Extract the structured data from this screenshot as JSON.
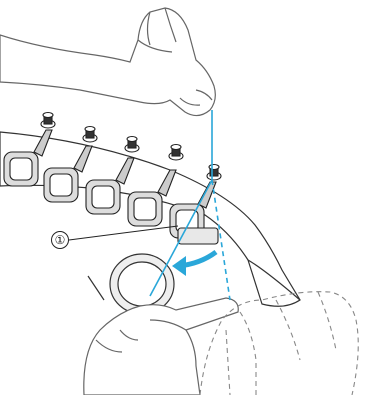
{
  "callout": {
    "label": "①"
  },
  "thread": {
    "color": "#2aa7d9"
  },
  "arrow": {
    "color": "#2aa7d9"
  },
  "icons": [
    "upper-hand",
    "thread-guide-row",
    "thread-guide-1",
    "lower-hand",
    "dashed-hand",
    "rotation-arrow"
  ]
}
